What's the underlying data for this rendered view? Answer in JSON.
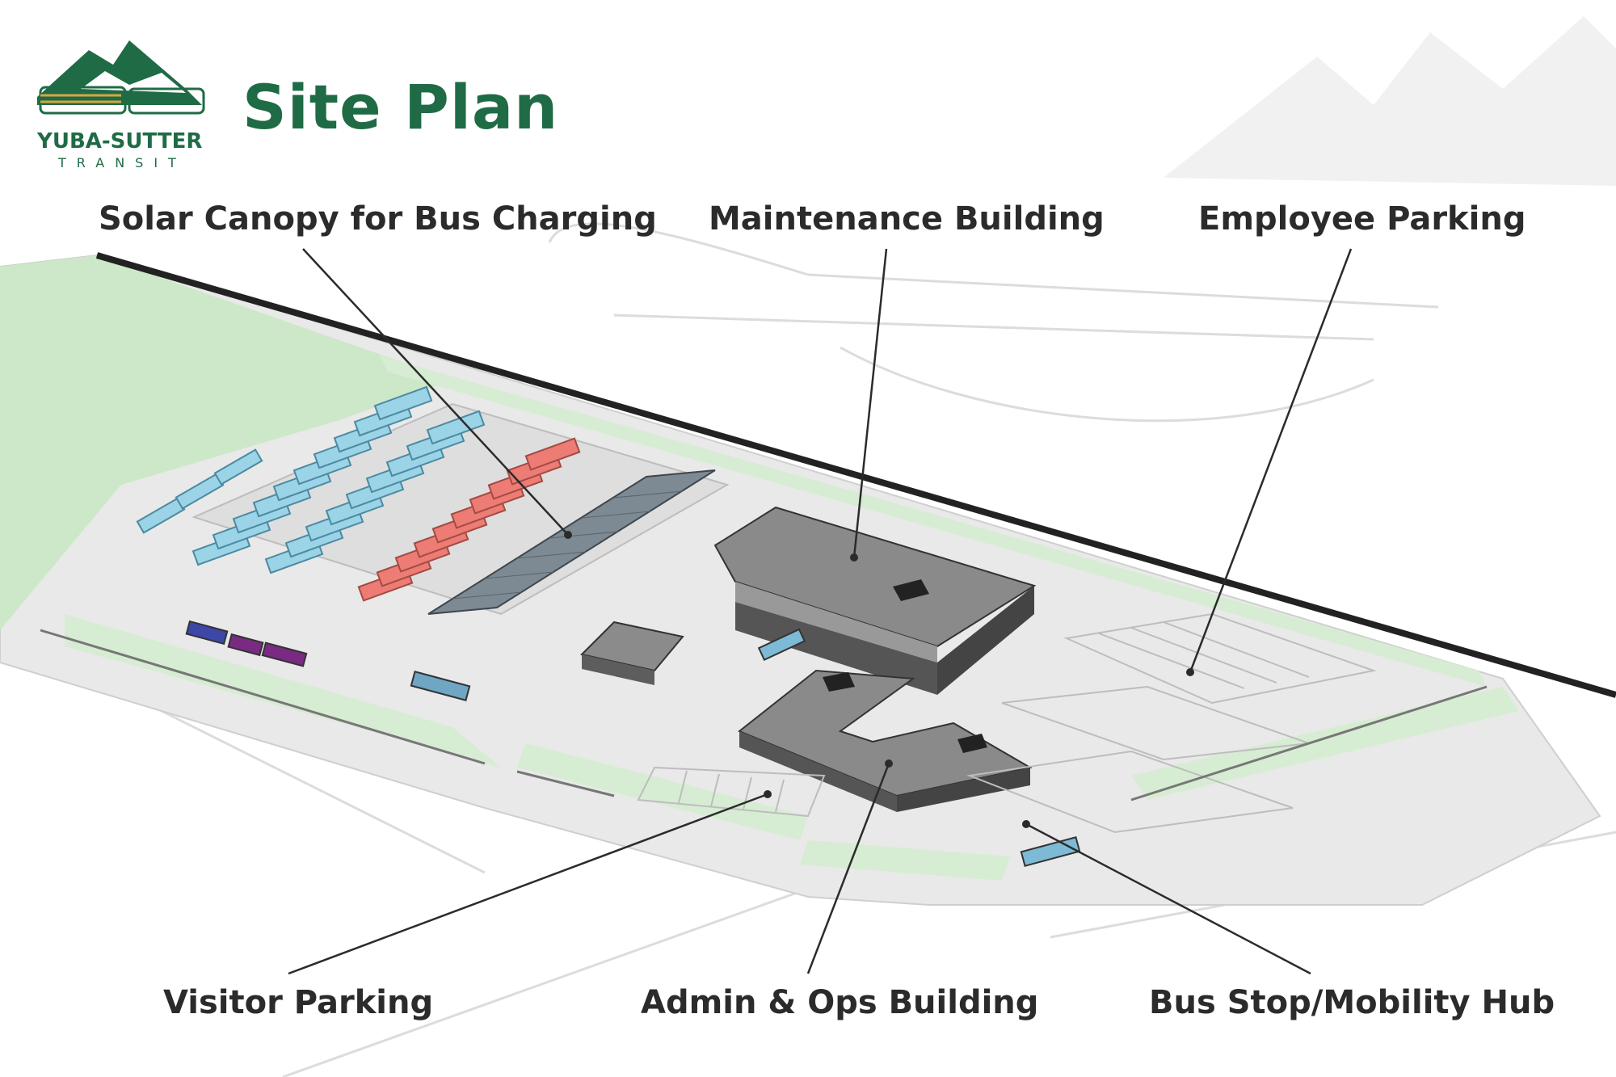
{
  "logo": {
    "name": "YUBA-SUTTER",
    "sub": "TRANSIT"
  },
  "title": "Site Plan",
  "labels": {
    "solar": "Solar Canopy for Bus Charging",
    "maintenance": "Maintenance Building",
    "employee": "Employee Parking",
    "visitor": "Visitor Parking",
    "admin": "Admin & Ops Building",
    "busstop": "Bus Stop/Mobility Hub"
  },
  "colors": {
    "brand_green": "#1f6b45",
    "grass": "#cfe9cb",
    "pavement": "#e6e6e6",
    "building": "#6f6f6f",
    "bus_blue": "#8fd0e6",
    "bus_red": "#e87a72"
  }
}
